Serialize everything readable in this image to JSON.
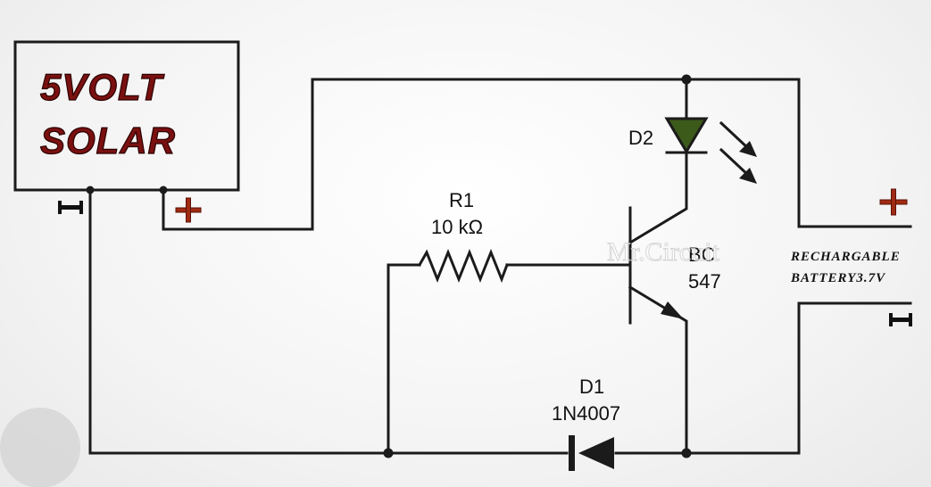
{
  "solar_panel": {
    "line1": "5VOLT",
    "line2": "SOLAR"
  },
  "resistor": {
    "ref": "R1",
    "value": "10 kΩ"
  },
  "led": {
    "ref": "D2"
  },
  "transistor": {
    "line1": "BC",
    "line2": "547"
  },
  "diode": {
    "ref": "D1",
    "part": "1N4007"
  },
  "battery": {
    "line1": "RECHARGABLE",
    "line2": "BATTERY3.7V"
  },
  "watermark": "Mr.Circuit",
  "colors": {
    "wire": "#1b1b1b",
    "label_red": "#7a1010",
    "plus_sign": "#a12a14",
    "led_fill": "#3c5a1a"
  }
}
